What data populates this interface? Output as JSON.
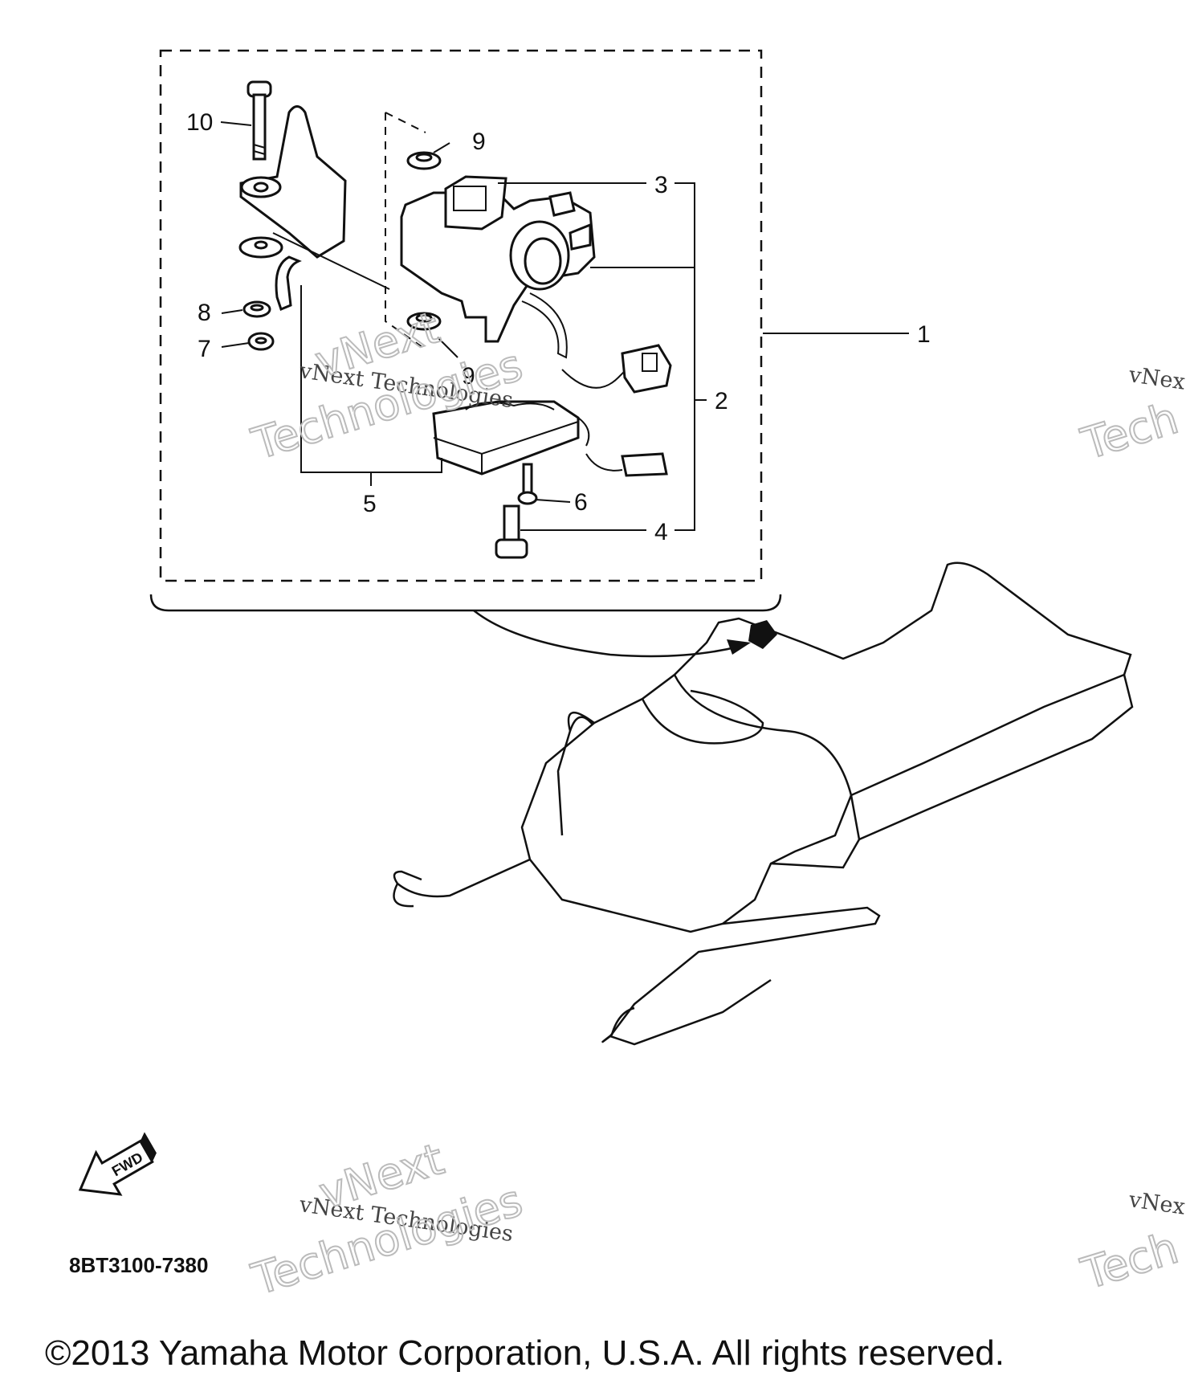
{
  "diagram": {
    "callouts": {
      "c1": "1",
      "c2": "2",
      "c3": "3",
      "c4": "4",
      "c5": "5",
      "c6": "6",
      "c7": "7",
      "c8": "8",
      "c9a": "9",
      "c9b": "9",
      "c10": "10"
    },
    "fwd_label": "FWD",
    "part_code": "8BT3100-7380"
  },
  "watermark": {
    "line1": "vNext Technologies",
    "big_top": "vNext",
    "big_bottom": "Technologies",
    "edge_small": "vNex",
    "edge_big": "Tech"
  },
  "footer": {
    "copyright": "©2013 Yamaha Motor Corporation, U.S.A. All rights reserved."
  },
  "icons": [
    "fwd-arrow-icon"
  ]
}
